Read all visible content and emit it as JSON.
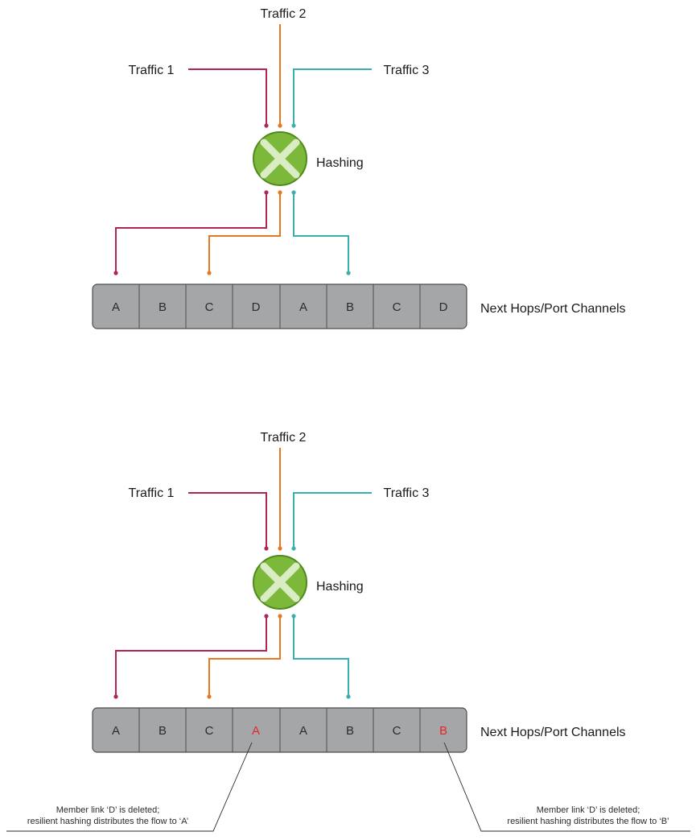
{
  "colors": {
    "traffic1": "#b0245a",
    "traffic2": "#e87722",
    "traffic3": "#3aafb0",
    "hash_fill": "#7cb83a",
    "hash_stroke": "#4f8a1c",
    "hash_x": "#d9ecc4",
    "cell_fill": "#a5a6a8",
    "cell_border": "#4d4d4d",
    "deleted_text": "#e3262d"
  },
  "diagrams": [
    {
      "traffic_labels": [
        "Traffic 1",
        "Traffic 2",
        "Traffic 3"
      ],
      "hashing_label": "Hashing",
      "cells": [
        "A",
        "B",
        "C",
        "D",
        "A",
        "B",
        "C",
        "D"
      ],
      "channels_label": "Next Hops/Port Channels"
    },
    {
      "traffic_labels": [
        "Traffic 1",
        "Traffic 2",
        "Traffic 3"
      ],
      "hashing_label": "Hashing",
      "cells": [
        "A",
        "B",
        "C",
        "A",
        "A",
        "B",
        "C",
        "B"
      ],
      "highlighted_cells": [
        3,
        7
      ],
      "channels_label": "Next Hops/Port Channels",
      "callouts": [
        {
          "line1": "Member link ‘D’ is deleted;",
          "line2": "resilient hashing distributes the flow to ‘A’"
        },
        {
          "line1": "Member link ‘D’ is deleted;",
          "line2": "resilient hashing distributes the flow to ‘B’"
        }
      ]
    }
  ]
}
